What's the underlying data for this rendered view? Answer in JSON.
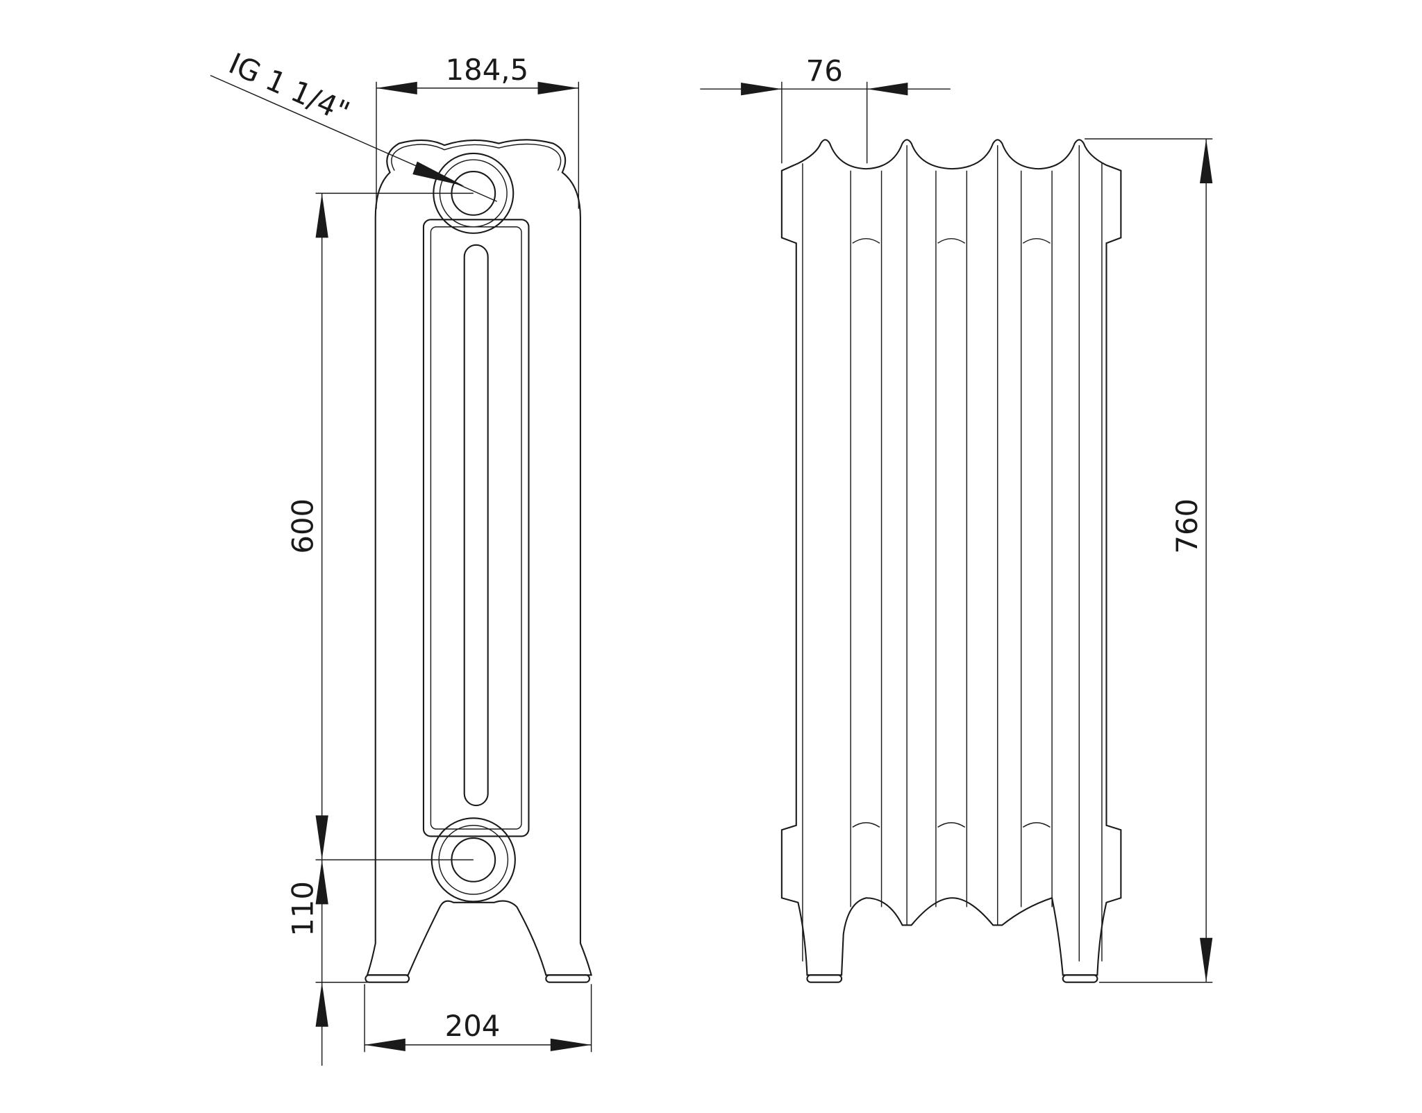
{
  "drawing": {
    "front_view": {
      "connection_label": "IG 1 1/4\"",
      "top_width": "184,5",
      "foot_width": "204",
      "connection_spacing": "600",
      "bottom_connection_height": "110"
    },
    "side_view": {
      "section_pitch": "76",
      "total_height": "760"
    }
  }
}
